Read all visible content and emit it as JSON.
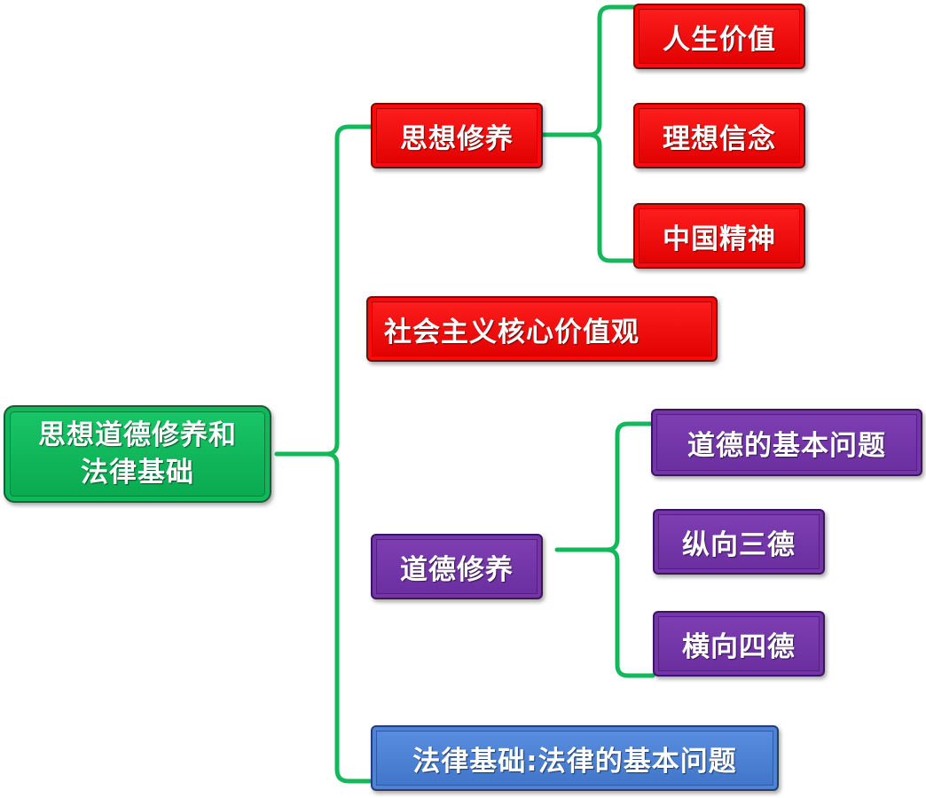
{
  "root": {
    "label": "思想道德修养和法律基础"
  },
  "branches": {
    "sixiang": {
      "label": "思想修养",
      "children": [
        "人生价值",
        "理想信念",
        "中国精神"
      ]
    },
    "hexin": {
      "label": "社会主义核心价值观"
    },
    "daode": {
      "label": "道德修养",
      "children": [
        "道德的基本问题",
        "纵向三德",
        "横向四德"
      ]
    },
    "falv": {
      "label": "法律基础:法律的基本问题"
    }
  },
  "colors": {
    "connector": "#12b85a",
    "red": "#ff0000",
    "purple": "#7030a0",
    "blue": "#4a7fd0",
    "green": "#0fb85a"
  }
}
